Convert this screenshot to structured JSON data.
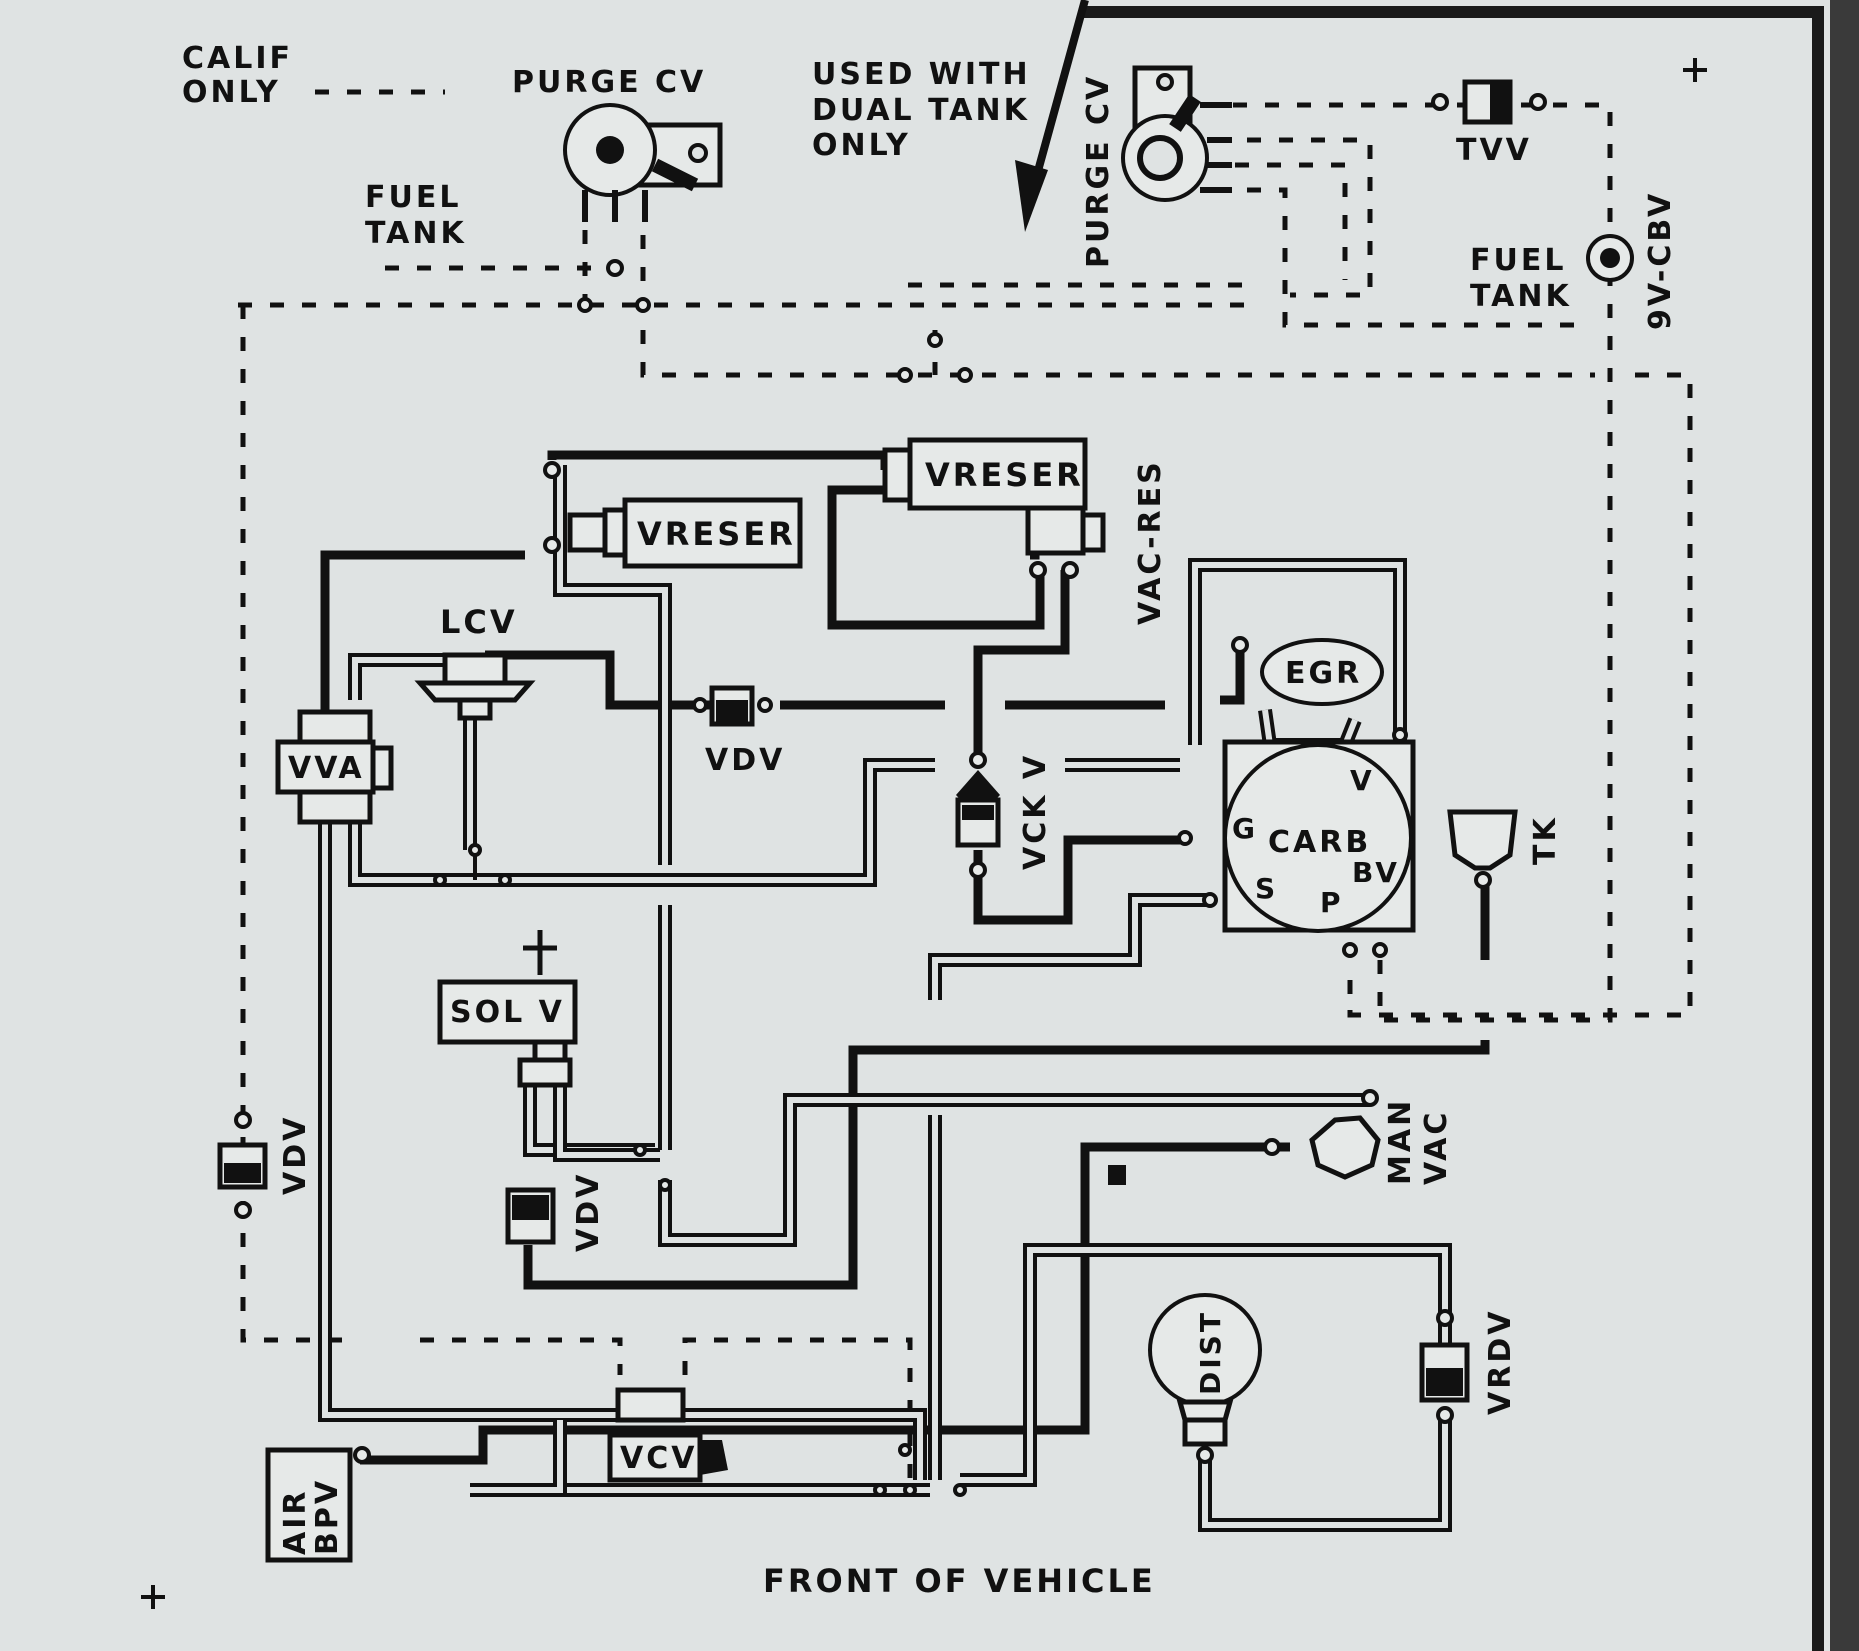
{
  "diagram": {
    "legend": {
      "calif_only": "CALIF\nONLY",
      "used_with_dual_tank": "USED WITH\nDUAL TANK\nONLY"
    },
    "labels": {
      "purge_cv_left": "PURGE CV",
      "purge_cv_right": "PURGE CV",
      "fuel_tank_left": "FUEL\nTANK",
      "fuel_tank_right": "FUEL\nTANK",
      "tvv": "TVV",
      "cbv": "9V-CBV",
      "vreser_upper": "VRESER",
      "vreser_lower": "VRESER",
      "vac_res": "VAC-RES",
      "lcv": "LCV",
      "vva": "VVA",
      "vdv_center": "VDV",
      "vckv": "VCK V",
      "egr": "EGR",
      "carb": "CARB",
      "carb_v": "V",
      "carb_g": "G",
      "carb_s": "S",
      "carb_p": "P",
      "carb_bv": "BV",
      "tk": "TK",
      "sol_v": "SOL V",
      "vdv_left": "VDV",
      "vdv_lower": "VDV",
      "man_vac": "MAN\nVAC",
      "dist": "DIST",
      "vrdv": "VRDV",
      "vcv": "VCV",
      "air_bpv": "AIR\nBPV",
      "front": "FRONT OF VEHICLE"
    },
    "colors": {
      "paper": "#dfe3e3",
      "ink": "#111111",
      "frame": "#1a1a1a"
    }
  }
}
